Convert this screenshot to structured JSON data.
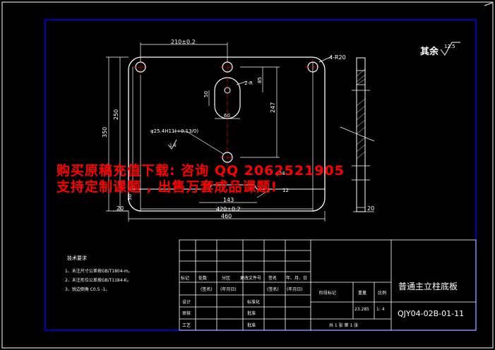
{
  "roughness": {
    "label": "其余",
    "value": "12.5"
  },
  "dimensions": {
    "d210": "210±0.2",
    "r20": "4-R20",
    "r8": "2-R",
    "d85": "85",
    "d50": "50",
    "d60": "60",
    "d247": "247",
    "d250": "250",
    "d350": "350",
    "d254": "φ25.4H11(+0.13/0)",
    "rough16": "1.6",
    "d50b": "50",
    "d143": "143",
    "d420": "420±0.2",
    "d460": "460",
    "d20l": "20",
    "d20r": "20",
    "d24": "φ24",
    "d12": "12"
  },
  "tech_requirements": {
    "title": "技术要求",
    "items": [
      "1、未注尺寸公差按GB/T1804-m。",
      "2、未注形位公差按GB/T1184-K。",
      "3、锐边倒角 C0.5 -1。"
    ]
  },
  "title_block": {
    "part_name": "普通主立柱底板",
    "drawing_no": "QJY04-02B-01-11",
    "headers": [
      "标记",
      "处数",
      "分区",
      "更改文件号",
      "签名",
      "年、月、日"
    ],
    "sign_row": [
      "(签名)",
      "(年月日)",
      "(签名)",
      "(年月日)"
    ],
    "roles": [
      "设计",
      "审核",
      "工艺"
    ],
    "roles2": [
      "标准化",
      "批准",
      "批准"
    ],
    "stage": "阶段标记",
    "weight_label": "重量",
    "scale_label": "比例",
    "weight": "23.285",
    "scale": "1: 4",
    "sheets": "共 1 张  第 1 张"
  },
  "watermark": {
    "line1": "购买原稿充值下载: 咨询 QQ 2062521905",
    "line2": "支持定制课题 , 出售万套成品课题!"
  }
}
